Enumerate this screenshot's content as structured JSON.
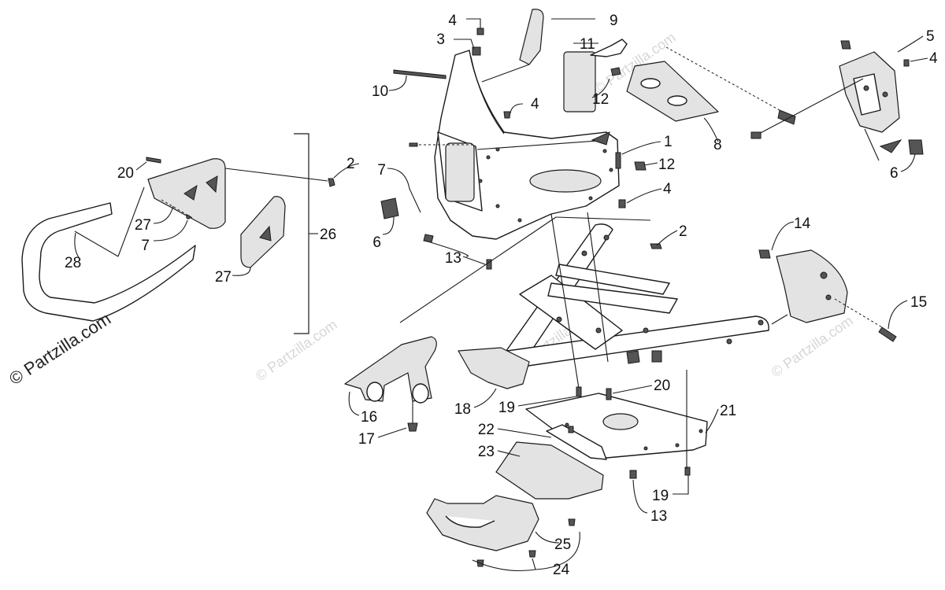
{
  "watermark": {
    "text": "© Partzilla.com",
    "copyright_text": "© Partzilla.com"
  },
  "callouts": {
    "c1": "1",
    "c2a": "2",
    "c2b": "2",
    "c3": "3",
    "c4a": "4",
    "c4b": "4",
    "c4c": "4",
    "c4d": "4",
    "c5": "5",
    "c6a": "6",
    "c6b": "6",
    "c7a": "7",
    "c7b": "7",
    "c8": "8",
    "c9": "9",
    "c10": "10",
    "c11": "11",
    "c12a": "12",
    "c12b": "12",
    "c13a": "13",
    "c13b": "13",
    "c14": "14",
    "c15": "15",
    "c16": "16",
    "c17": "17",
    "c18": "18",
    "c19a": "19",
    "c19b": "19",
    "c20a": "20",
    "c20b": "20",
    "c21": "21",
    "c22": "22",
    "c23": "23",
    "c24": "24",
    "c25": "25",
    "c26": "26",
    "c27a": "27",
    "c27b": "27",
    "c28": "28"
  }
}
